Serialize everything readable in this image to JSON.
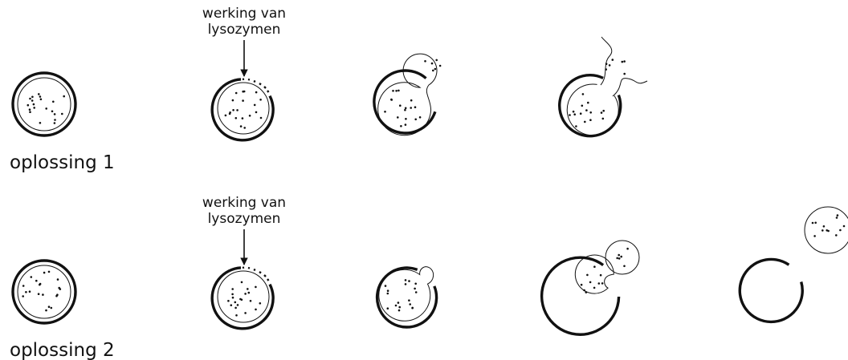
{
  "rows": [
    {
      "label": "oplossing 1",
      "annotation": {
        "line1": "werking van",
        "line2": "lysozymen"
      }
    },
    {
      "label": "oplossing 2",
      "annotation": {
        "line1": "werking van",
        "line2": "lysozymen"
      }
    }
  ],
  "colors": {
    "ink": "#111111",
    "background": "#ffffff"
  }
}
